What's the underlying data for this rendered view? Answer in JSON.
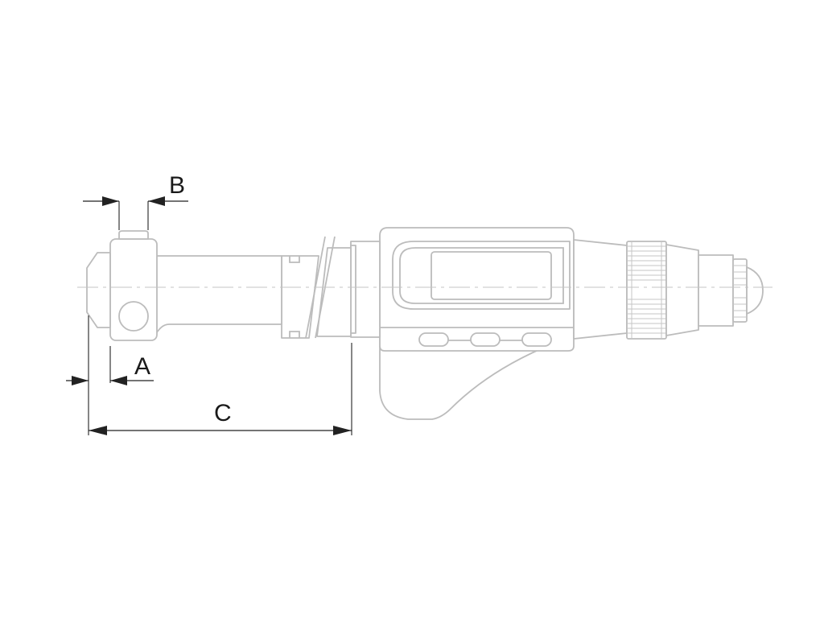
{
  "dimensions": {
    "a": {
      "label": "A"
    },
    "b": {
      "label": "B"
    },
    "c": {
      "label": "C"
    }
  },
  "colors": {
    "outline": "#bcbcbc",
    "dimension": "#222222",
    "background": "#ffffff"
  },
  "icons": [
    "arrowhead-icon"
  ]
}
